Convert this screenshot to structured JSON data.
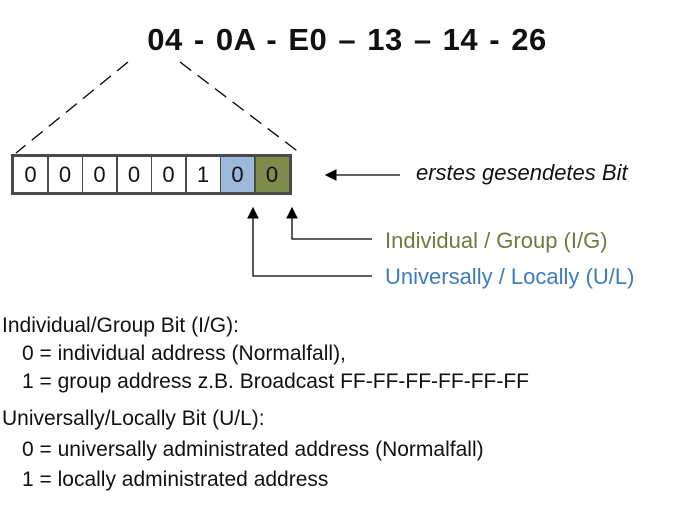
{
  "mac_address": "04 - 0A - E0 – 13 – 14 - 26",
  "bits": [
    "0",
    "0",
    "0",
    "0",
    "0",
    "1",
    "0",
    "0"
  ],
  "first_bit_label": "erstes gesendetes Bit",
  "ig_label": "Individual / Group (I/G)",
  "ul_label": "Universally / Locally (U/L)",
  "colors": {
    "ul_bit_fill": "#9db8d8",
    "ig_bit_fill": "#7f8b4a",
    "ig_text": "#6e7a3e",
    "ul_text": "#3f7bbd",
    "border": "#4a4a4a"
  },
  "legend": {
    "ig_heading": "Individual/Group Bit (I/G):",
    "ig_line1": "0 = individual address (Normalfall),",
    "ig_line2": "1 = group address z.B. Broadcast FF-FF-FF-FF-FF-FF",
    "ul_heading": "Universally/Locally Bit (U/L):",
    "ul_line1": "0 = universally administrated address (Normalfall)",
    "ul_line2": "1 = locally administrated address"
  }
}
